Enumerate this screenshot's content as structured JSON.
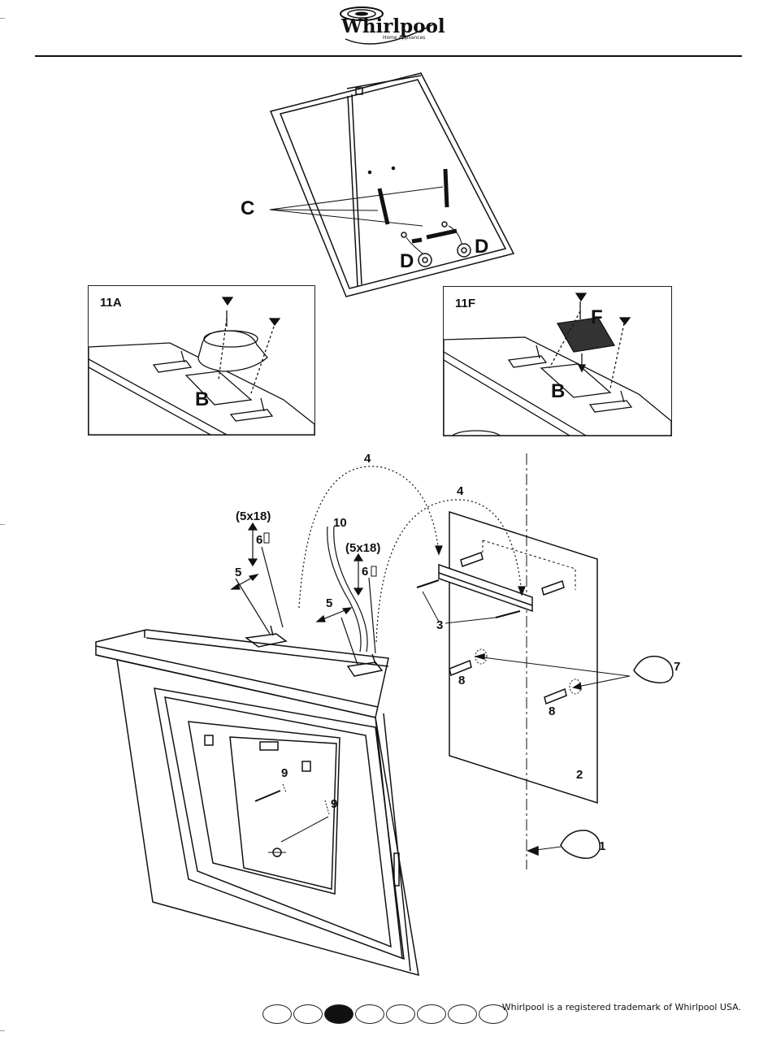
{
  "brand": {
    "name": "Whirlpool",
    "tagline": "Home Appliances"
  },
  "callouts": {
    "c": "C",
    "d_left": "D",
    "d_right": "D",
    "inset_a_label": "11A",
    "inset_a_b": "B",
    "inset_f_label": "11F",
    "inset_f_f": "F",
    "inset_f_b": "B",
    "n4_top": "4",
    "n4_right": "4",
    "n5x18_left": "(5x18)",
    "n6_left": "6",
    "n10": "10",
    "n5x18_mid": "(5x18)",
    "n6_mid": "6",
    "n5_left": "5",
    "n5_mid": "5",
    "n3": "3",
    "n7": "7",
    "n8_left": "8",
    "n8_right": "8",
    "n2": "2",
    "n9_top": "9",
    "n9_right": "9",
    "n1": "1"
  },
  "footer": {
    "trademark": "Whirlpool is a registered trademark of Whirlpool USA.",
    "page_indicator": {
      "total": 8,
      "active_index": 3
    }
  },
  "colors": {
    "ink": "#111111",
    "paper": "#ffffff"
  }
}
